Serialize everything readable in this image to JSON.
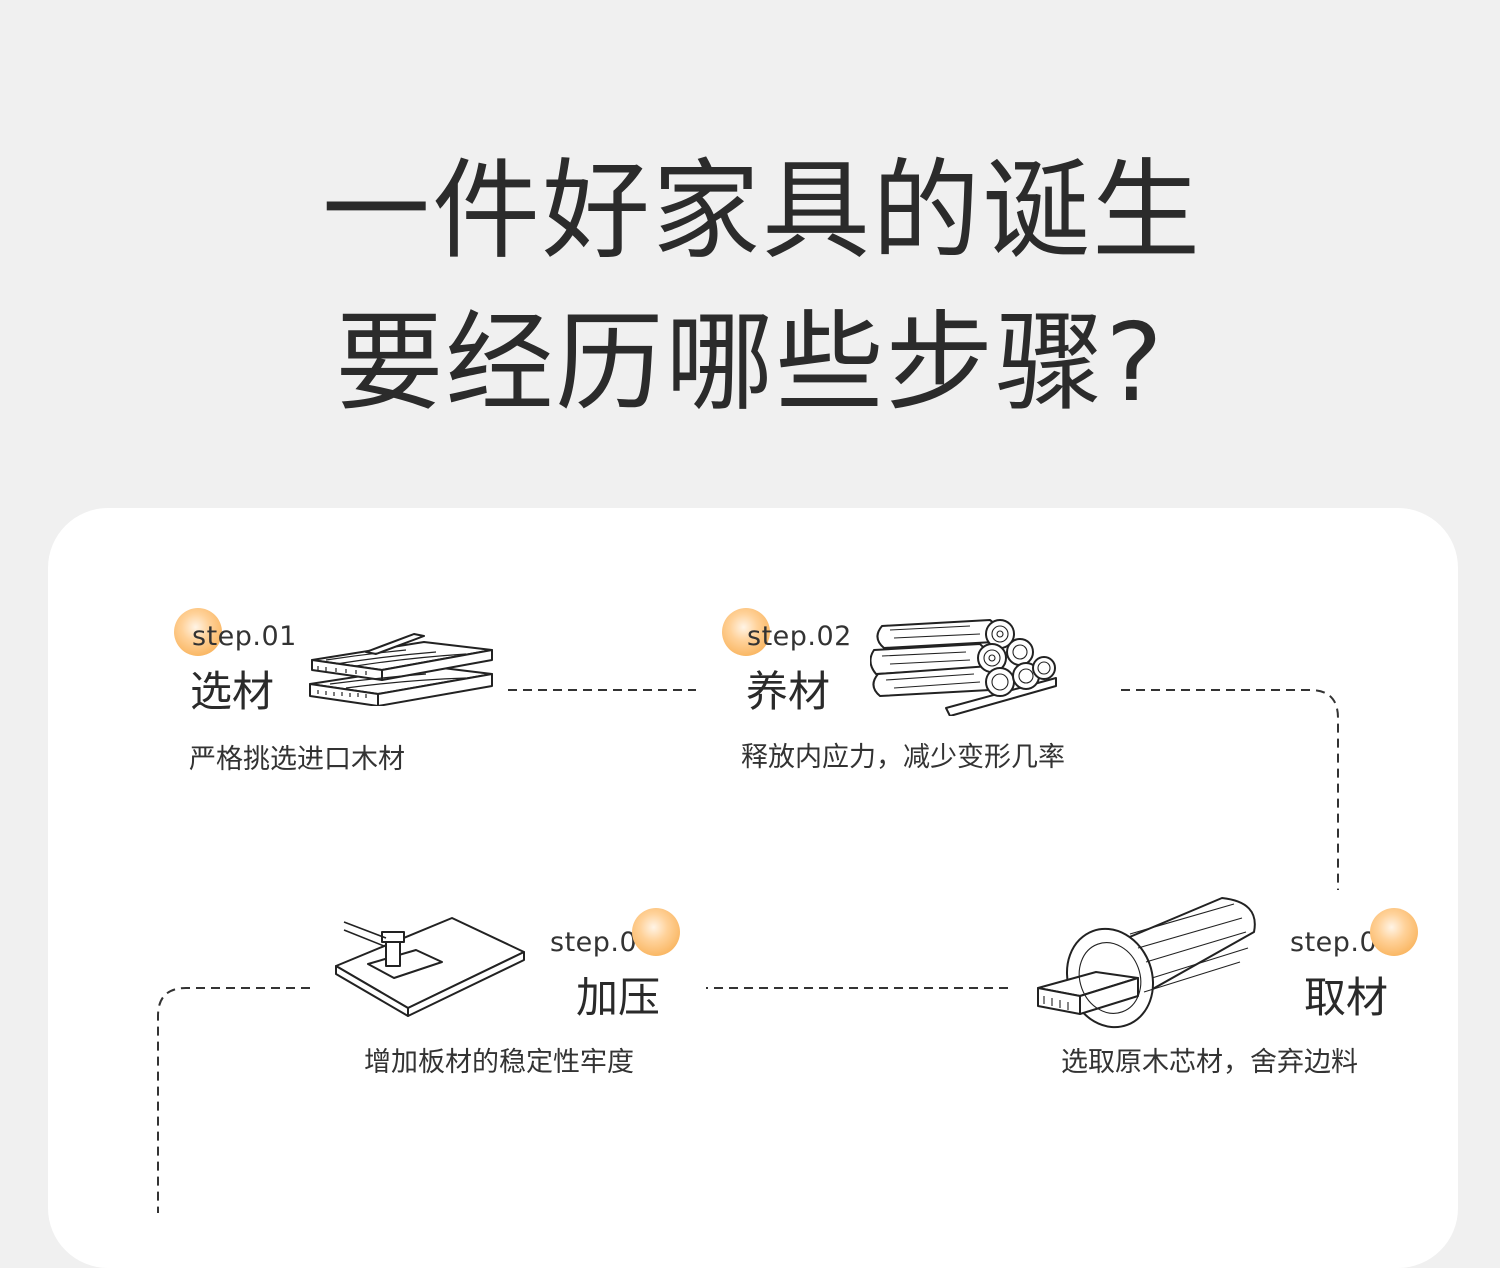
{
  "headline": {
    "line1": "一件好家具的诞生",
    "line2": "要经历哪些步骤?"
  },
  "steps": [
    {
      "num": "step.01",
      "name": "选材",
      "desc": "严格挑选进口木材",
      "icon": "wood-planks-icon"
    },
    {
      "num": "step.02",
      "name": "养材",
      "desc": "释放内应力，减少变形几率",
      "icon": "log-pile-icon"
    },
    {
      "num": "step.03",
      "name": "取材",
      "desc": "选取原木芯材，舍弃边料",
      "icon": "log-core-icon"
    },
    {
      "num": "step.04",
      "name": "加压",
      "desc": "增加板材的稳定性牢度",
      "icon": "press-board-icon"
    }
  ],
  "colors": {
    "accent": "#f6a540",
    "background": "#f0f0f0",
    "panel": "#ffffff",
    "text": "#2b2b2b"
  }
}
